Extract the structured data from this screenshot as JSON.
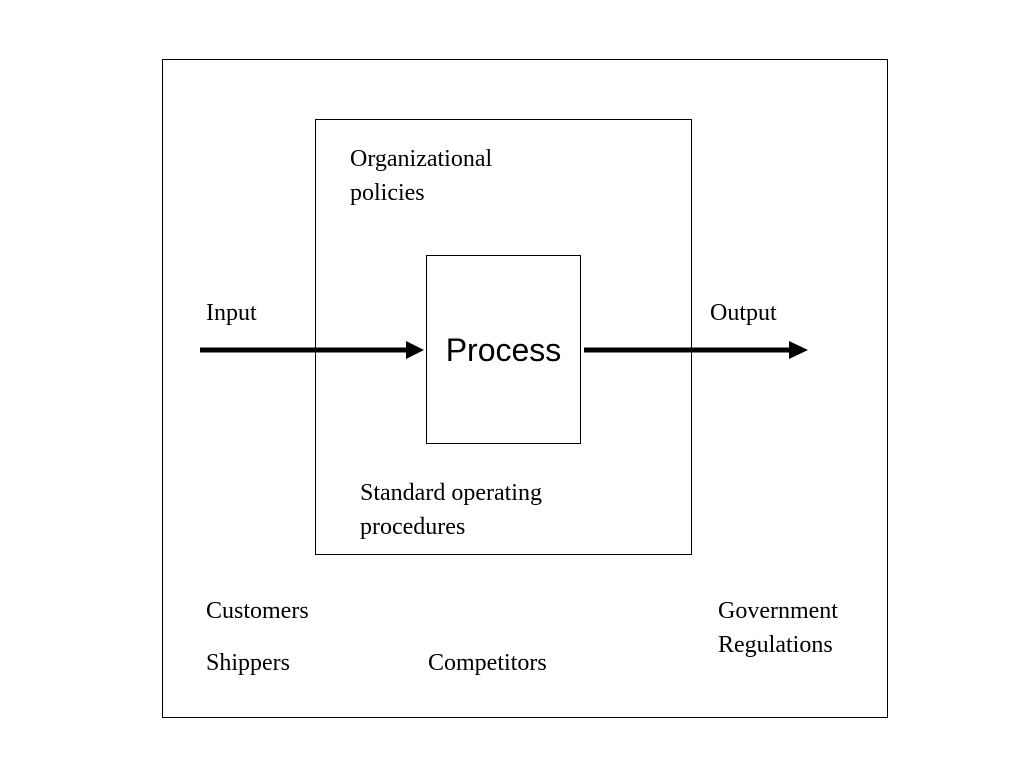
{
  "diagram": {
    "process": "Process",
    "input": "Input",
    "output": "Output",
    "organizational_policies": [
      "Organizational",
      "policies"
    ],
    "standard_operating_procedures": [
      "Standard operating",
      "procedures"
    ],
    "customers": "Customers",
    "shippers": "Shippers",
    "competitors": "Competitors",
    "government_regulations": [
      "Government",
      "Regulations"
    ]
  },
  "colors": {
    "line": "#000000",
    "background": "#ffffff"
  }
}
